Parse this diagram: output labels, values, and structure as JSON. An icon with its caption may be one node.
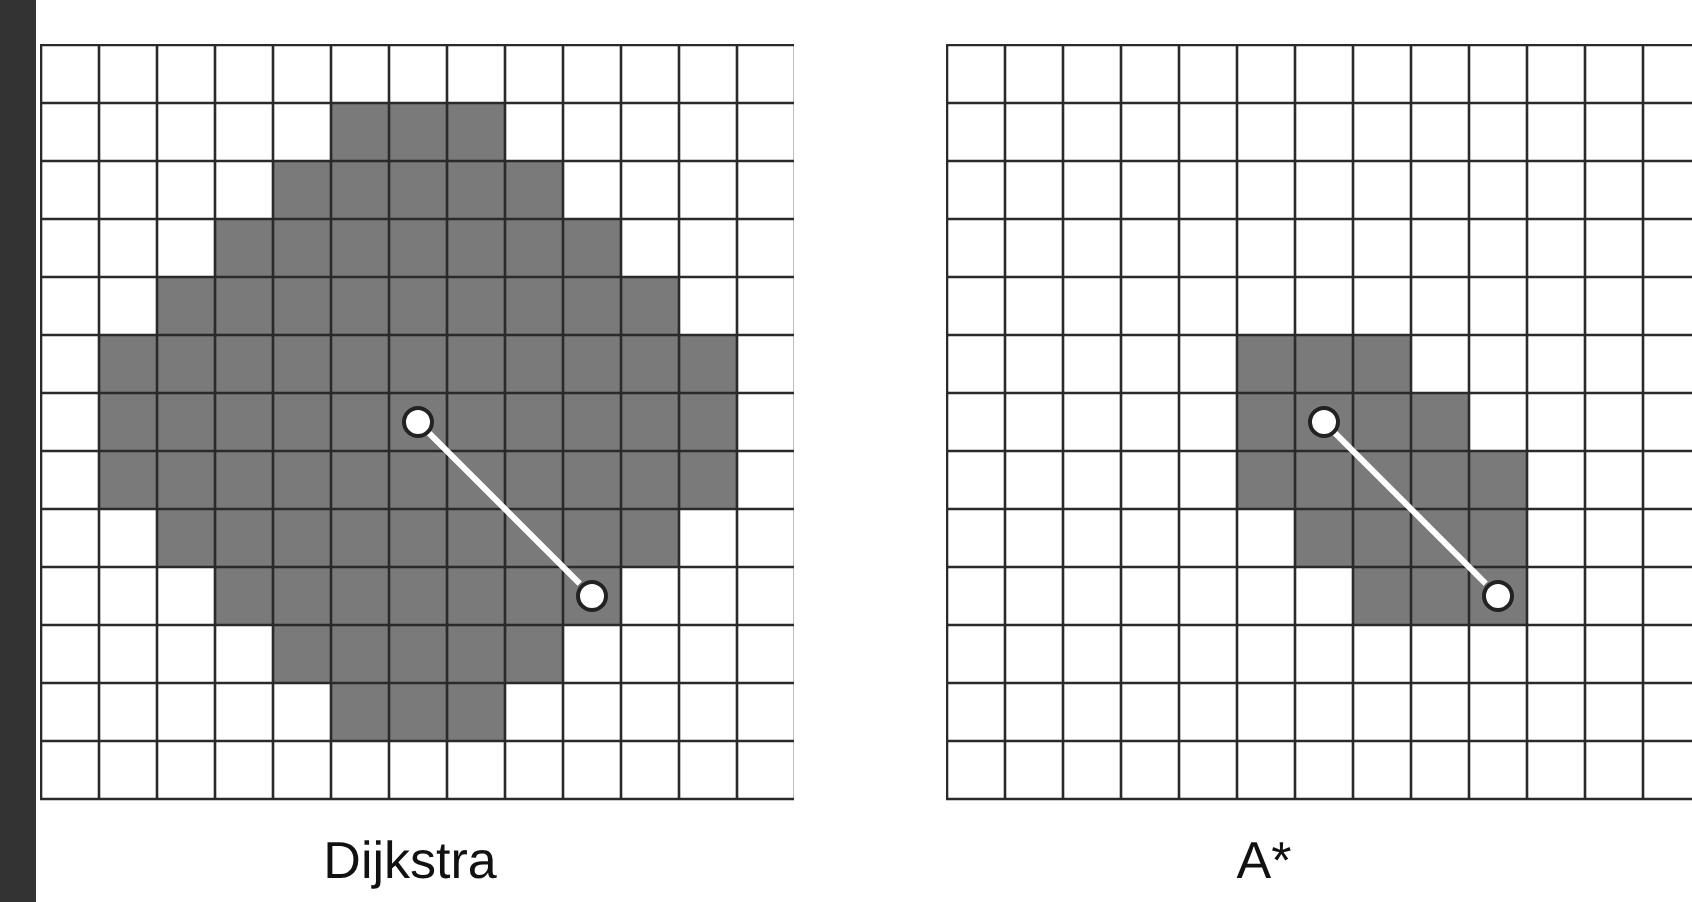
{
  "diagram": {
    "nodes": [
      {
        "text": [],
        "shape": "circle"
      },
      {
        "text": [],
        "shape": "circle"
      },
      {
        "text": [],
        "shape": "circle"
      },
      {
        "text": [],
        "shape": "circle"
      }
    ],
    "edges": [
      {
        "from": 0,
        "to": 1,
        "arrow": "none"
      },
      {
        "from": 2,
        "to": 3,
        "arrow": "none"
      }
    ],
    "labels": [
      "Dijkstra",
      "A*"
    ]
  }
}
